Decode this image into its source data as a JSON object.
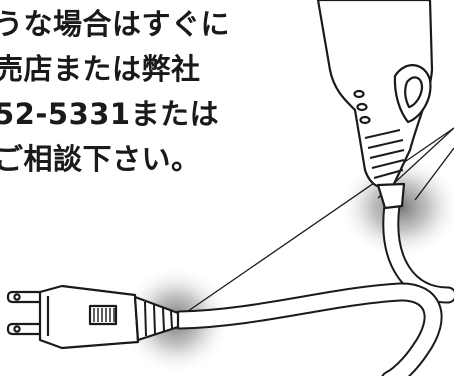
{
  "notice": {
    "lines": [
      "うな場合はすぐに",
      "売店または弊社",
      "52-5331または",
      "ご相談下さい。"
    ]
  },
  "illustration": {
    "stroke_color": "#1a1a1a",
    "shadow_color": "#8a8a8a",
    "highlight_color": "#d0d0d0"
  }
}
